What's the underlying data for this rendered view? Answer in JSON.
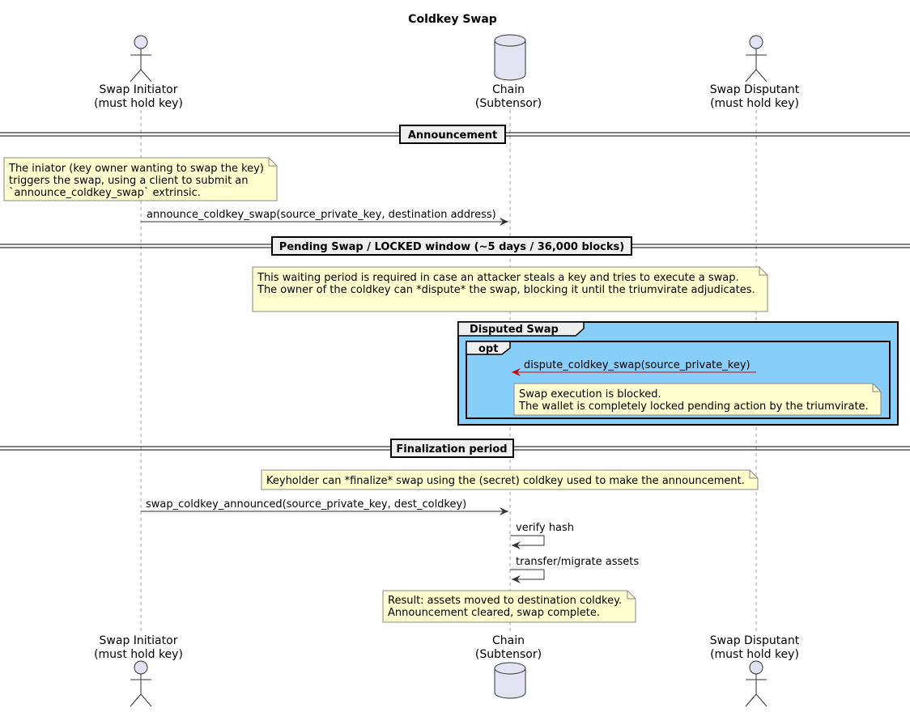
{
  "title": "Coldkey Swap",
  "participants": [
    {
      "id": "initiator",
      "kind": "actor",
      "line1": "Swap Initiator",
      "line2": "(must hold key)"
    },
    {
      "id": "chain",
      "kind": "database",
      "line1": "Chain",
      "line2": "(Subtensor)"
    },
    {
      "id": "disputant",
      "kind": "actor",
      "line1": "Swap Disputant",
      "line2": "(must hold key)"
    }
  ],
  "dividers": {
    "announcement": "Announcement",
    "pending": "Pending Swap / LOCKED window (~5 days / 36,000 blocks)",
    "finalization": "Finalization period"
  },
  "notes": {
    "initiator": [
      "The iniator (key owner wanting to swap the key)",
      "triggers the swap, using a client to submit an",
      "`announce_coldkey_swap` extrinsic."
    ],
    "waiting": [
      "This waiting period is required in case an attacker steals a key and tries to execute a swap.",
      "The owner of the coldkey can *dispute* the swap, blocking it until the triumvirate adjudicates."
    ],
    "blocked": [
      "Swap execution is blocked.",
      "The wallet is completely locked pending action by the triumvirate."
    ],
    "finalize": [
      "Keyholder can *finalize* swap using the (secret) coldkey used to make the announcement."
    ],
    "result": [
      "Result: assets moved to destination coldkey.",
      "Announcement cleared, swap complete."
    ]
  },
  "messages": {
    "announce": "announce_coldkey_swap(source_private_key, destination address)",
    "dispute": "dispute_coldkey_swap(source_private_key)",
    "swap": "swap_coldkey_announced(source_private_key, dest_coldkey)",
    "verify": "verify hash",
    "transfer": "transfer/migrate assets"
  },
  "groups": {
    "disputed": "Disputed Swap",
    "opt": "opt"
  },
  "colors": {
    "participant_fill": "#e2e2f0",
    "note_fill": "#fefece",
    "group_fill": "#87cefa",
    "dispute_arrow": "#cc0000",
    "arrow": "#333333"
  }
}
